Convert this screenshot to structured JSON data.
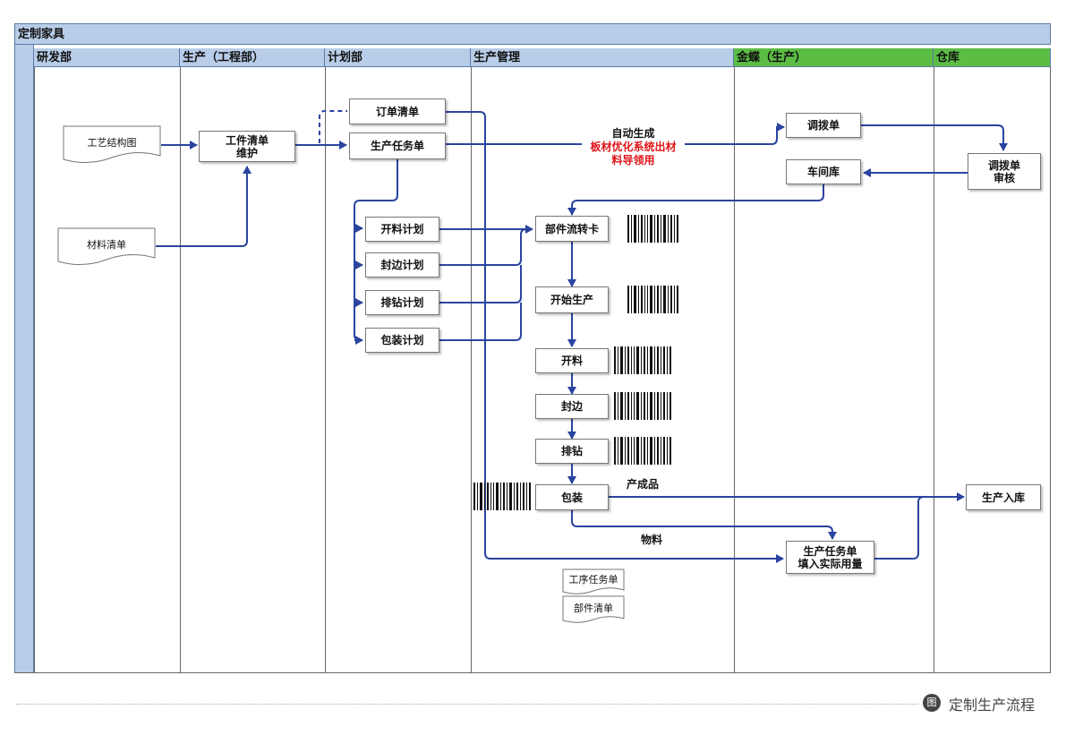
{
  "title": "定制家具",
  "lanes": [
    "研发部",
    "生产（工程部）",
    "计划部",
    "生产管理",
    "金蝶（生产）",
    "仓库"
  ],
  "colors": {
    "lane_header": "#b8cde8",
    "lane_header_green": "#5cbd45",
    "arrow": "#2a44a0",
    "red_text": "#e0151b"
  },
  "docs": {
    "process_diagram": "工艺结构图",
    "material_list": "材料清单",
    "process_task_list": "工序任务单",
    "parts_list": "部件清单"
  },
  "boxes": {
    "item_list_maint": "工件清单\n维护",
    "order_list": "订单清单",
    "prod_task_list": "生产任务单",
    "cut_plan": "开料计划",
    "edge_plan": "封边计划",
    "drill_plan": "排钻计划",
    "pack_plan": "包装计划",
    "part_flow_card": "部件流转卡",
    "start_production": "开始生产",
    "cut": "开料",
    "edge": "封边",
    "drill": "排钻",
    "pack": "包装",
    "transfer_order": "调拨单",
    "workshop_store": "车间库",
    "transfer_review": "调拨单\n审核",
    "task_fill_usage": "生产任务单\n填入实际用量",
    "prod_in_store": "生产入库"
  },
  "labels": {
    "auto_gen": "自动生成",
    "board_opt": "板材优化系统出材",
    "material_guide": "料导领用",
    "finished_goods": "产成品",
    "materials": "物料"
  },
  "footer": {
    "icon": "图",
    "caption": "定制生产流程"
  }
}
